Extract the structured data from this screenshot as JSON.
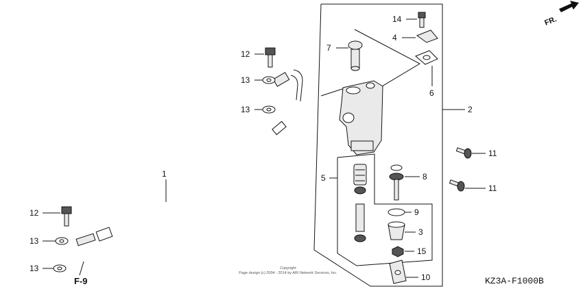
{
  "front_indicator": "FR.",
  "figure_ref": "F-9",
  "diagram_code": "KZ3A-F1000B",
  "copyright": {
    "line1": "Copyright",
    "line2": "Page design (c) 2004 - 2014 by ARI Network Services, Inc."
  },
  "callouts": {
    "c1": "1",
    "c2": "2",
    "c3": "3",
    "c4": "4",
    "c5": "5",
    "c6": "6",
    "c7": "7",
    "c8": "8",
    "c9": "9",
    "c10": "10",
    "c11a": "11",
    "c11b": "11",
    "c12a": "12",
    "c12b": "12",
    "c13a": "13",
    "c13b": "13",
    "c13c": "13",
    "c13d": "13",
    "c14": "14",
    "c15": "15"
  }
}
